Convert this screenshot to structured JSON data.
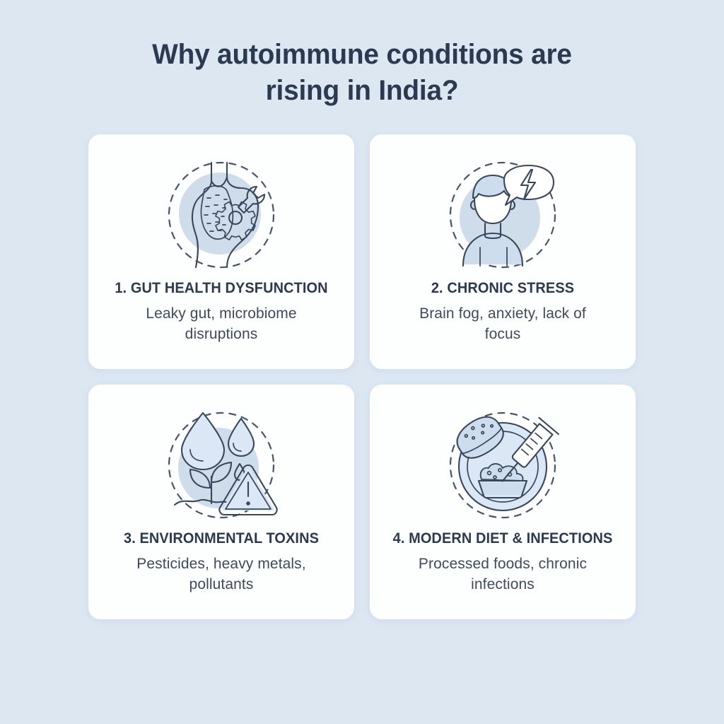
{
  "poster": {
    "background_color": "#dce7f2",
    "title": "Why autoimmune conditions are rising in India?",
    "title_line_1": "Why autoimmune conditions are",
    "title_line_2": "rising in India?",
    "title_color": "#2b3a50"
  },
  "theme": {
    "card_background": "#fdfefe",
    "heading_color": "#2b3a50",
    "body_color": "#3e4b5d",
    "icon_stroke": "#37475c",
    "icon_circle_tint": "#cfdcea",
    "accent_fill": "#cddded"
  },
  "cards": [
    {
      "number": "1.",
      "heading": "1. GUT HEALTH DYSFUNCTION",
      "description": "Leaky gut, microbiome disruptions",
      "desc_line_1": "Leaky gut, microbiome",
      "desc_line_2": "disruptions",
      "icon": "gut-gear-wrench-icon"
    },
    {
      "number": "2.",
      "heading": "2. CHRONIC STRESS",
      "description": "Brain fog, anxiety, lack of focus",
      "desc_line_1": "Brain fog, anxiety, lack of",
      "desc_line_2": "focus",
      "icon": "person-stress-bolt-icon"
    },
    {
      "number": "3.",
      "heading": "3. ENVIRONMENTAL TOXINS",
      "description": "Pesticides, heavy metals, pollutants",
      "desc_line_1": "Pesticides, heavy metals,",
      "desc_line_2": "pollutants",
      "icon": "droplet-plant-warning-icon"
    },
    {
      "number": "4.",
      "heading": "4. MODERN DIET & INFECTIONS",
      "description": "Processed foods, chronic infections",
      "desc_line_1": "Processed foods, chronic",
      "desc_line_2": "infections",
      "icon": "plate-burger-syringe-icon"
    }
  ]
}
